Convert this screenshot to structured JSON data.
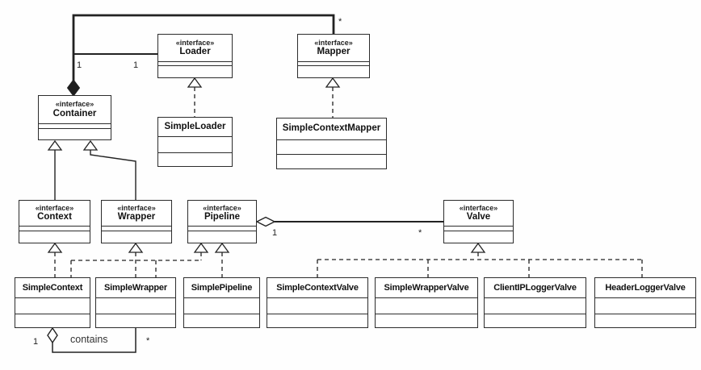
{
  "diagram": {
    "stereotype": "«interface»",
    "interfaces": {
      "loader": "Loader",
      "mapper": "Mapper",
      "container": "Container",
      "context": "Context",
      "wrapper": "Wrapper",
      "pipeline": "Pipeline",
      "valve": "Valve"
    },
    "classes": {
      "simpleLoader": "SimpleLoader",
      "simpleContextMapper": "SimpleContextMapper",
      "simpleContext": "SimpleContext",
      "simpleWrapper": "SimpleWrapper",
      "simplePipeline": "SimplePipeline",
      "simpleContextValve": "SimpleContextValve",
      "simpleWrapperValve": "SimpleWrapperValve",
      "clientIPLoggerValve": "ClientIPLoggerValve",
      "headerLoggerValve": "HeaderLoggerValve"
    },
    "multiplicities": {
      "containerMapperContainerEnd": "1",
      "containerLoaderLoaderEnd": "1",
      "containerMapperMapperEnd": "*",
      "pipelineValvePipelineEnd": "1",
      "pipelineValveValveEnd": "*",
      "containsContextEnd": "1",
      "containsWrapperEnd": "*"
    },
    "associationNames": {
      "contains": "contains"
    },
    "colors": {
      "line": "#222222",
      "background": "#ffffff",
      "text": "#1a1a1a"
    }
  }
}
